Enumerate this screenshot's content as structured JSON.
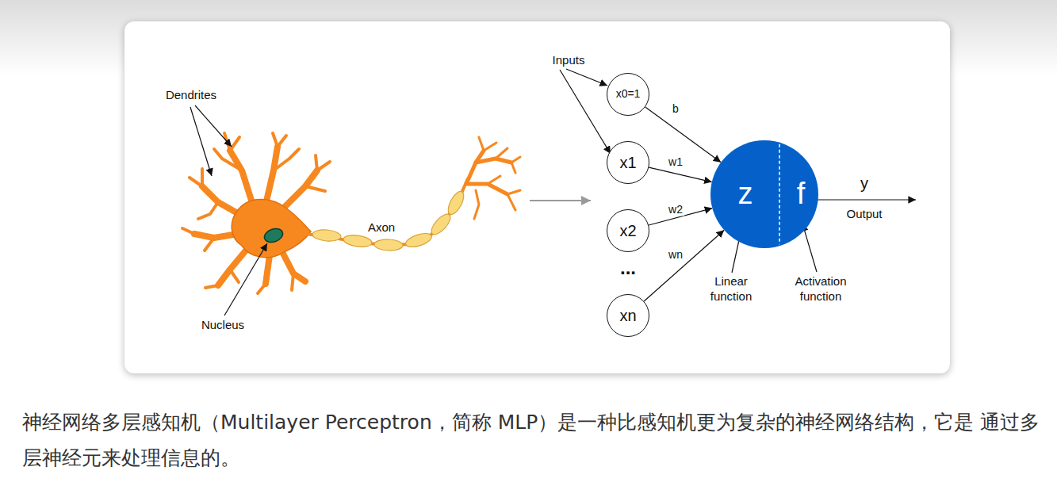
{
  "diagram": {
    "caption": "神经网络多层感知机（Multilayer Perceptron，简称 MLP）是一种比感知机更为复杂的神经网络结构，它是 通过多层神经元来处理信息的。",
    "nodes": [
      {
        "text": [
          "x0=1"
        ]
      },
      {
        "text": [
          "x1"
        ]
      },
      {
        "text": [
          "x2"
        ]
      },
      {
        "text": [
          "xn"
        ]
      },
      {
        "text": [
          "z",
          "f"
        ]
      }
    ],
    "edges": [
      {
        "from": 0,
        "to": 4,
        "label": "b",
        "arrow": "to"
      },
      {
        "from": 1,
        "to": 4,
        "label": "w1",
        "arrow": "to"
      },
      {
        "from": 2,
        "to": 4,
        "label": "w2",
        "arrow": "to"
      },
      {
        "from": 3,
        "to": 4,
        "label": "wn",
        "arrow": "to"
      }
    ],
    "labels": [
      "Dendrites",
      "Nucleus",
      "Axon",
      "Inputs",
      "...",
      "Linear function",
      "Activation function",
      "y",
      "Output"
    ]
  }
}
